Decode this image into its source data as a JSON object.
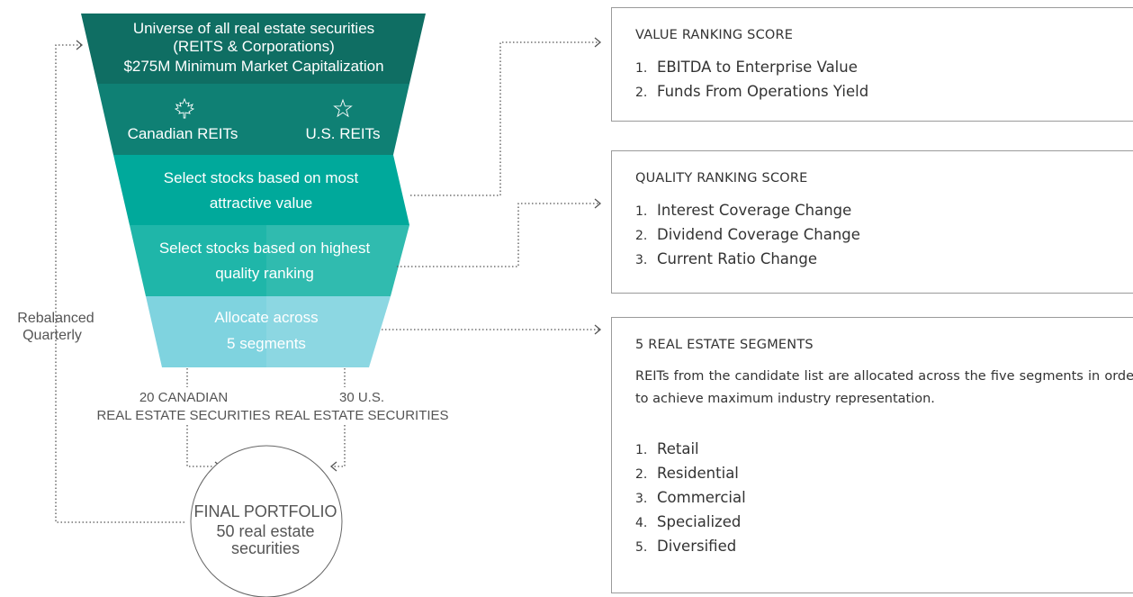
{
  "funnel": {
    "universe": [
      "Universe of all real estate securities",
      "(REITS & Corporations)",
      "$275M Minimum Market Capitalization"
    ],
    "canadian_label": "Canadian REITs",
    "us_label": "U.S. REITs",
    "value_step": [
      "Select stocks based on most",
      "attractive value"
    ],
    "quality_step": [
      "Select stocks based on highest",
      "quality ranking"
    ],
    "allocate_step": [
      "Allocate across",
      "5 segments"
    ],
    "colors": {
      "top": "#0f6e63",
      "split": "#0f8074",
      "value": "#00a99b",
      "quality": "#1fb6a9",
      "allocate": "#7fd3df"
    }
  },
  "left_outputs": {
    "canadian": [
      "20 CANADIAN",
      "REAL ESTATE SECURITIES"
    ],
    "us": [
      "30 U.S.",
      "REAL ESTATE SECURITIES"
    ]
  },
  "rebalance_label": [
    "Rebalanced",
    "Quarterly"
  ],
  "final": [
    "FINAL PORTFOLIO",
    "50 real estate",
    "securities"
  ],
  "value_box": {
    "title": "VALUE RANKING SCORE",
    "items": [
      {
        "n": "1.",
        "text": "EBITDA to Enterprise Value"
      },
      {
        "n": "2.",
        "text": "Funds From Operations Yield"
      }
    ]
  },
  "quality_box": {
    "title": "QUALITY RANKING SCORE",
    "items": [
      {
        "n": "1.",
        "text": "Interest Coverage Change"
      },
      {
        "n": "2.",
        "text": "Dividend Coverage Change"
      },
      {
        "n": "3.",
        "text": "Current Ratio Change"
      }
    ]
  },
  "segments_box": {
    "title": "5 REAL ESTATE SEGMENTS",
    "description": "REITs from the candidate list are allocated across the five segments in order to achieve maximum industry representation.",
    "items": [
      {
        "n": "1.",
        "text": "Retail"
      },
      {
        "n": "2.",
        "text": "Residential"
      },
      {
        "n": "3.",
        "text": "Commercial"
      },
      {
        "n": "4.",
        "text": "Specialized"
      },
      {
        "n": "5.",
        "text": "Diversified"
      }
    ]
  }
}
